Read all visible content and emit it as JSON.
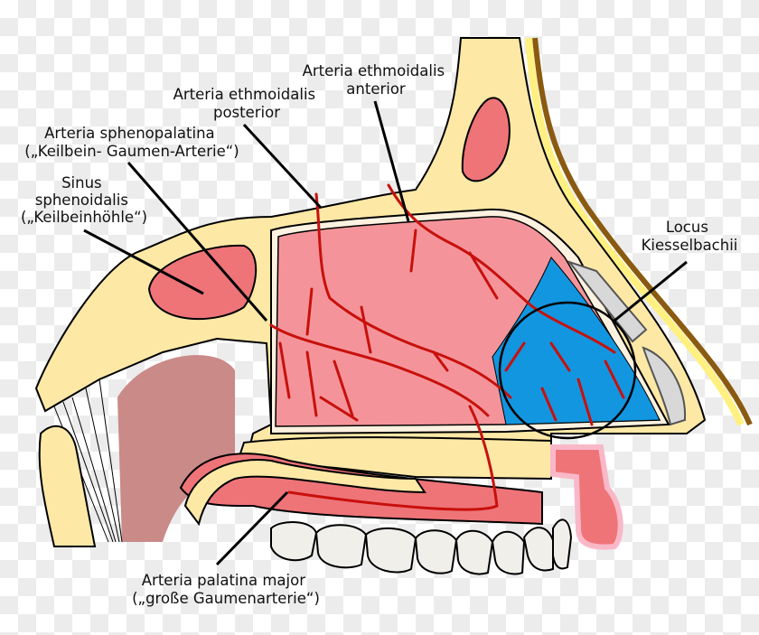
{
  "labels": {
    "ethmoidalis_anterior": [
      "Arteria ethmoidalis",
      "anterior"
    ],
    "ethmoidalis_posterior": [
      "Arteria ethmoidalis",
      "posterior"
    ],
    "sphenopalatina": [
      "Arteria sphenopalatina",
      "(„Keilbein- Gaumen-Arterie“)"
    ],
    "sinus_sphenoidalis": [
      "Sinus",
      "sphenoidalis",
      "(„Keilbeinhöhle“)"
    ],
    "locus_kiesselbachii": [
      "Locus",
      "Kiesselbachii"
    ],
    "palatina_major": [
      "Arteria palatina major",
      "(„große Gaumenarterie“)"
    ]
  },
  "colors": {
    "bone": "#fde8a6",
    "mucosa": "#f4949a",
    "sinus": "#ee7478",
    "locus_region": "#1296e0",
    "artery": "#c8100c",
    "cartilage": "#d8d8d8",
    "teeth": "#f0efea"
  }
}
